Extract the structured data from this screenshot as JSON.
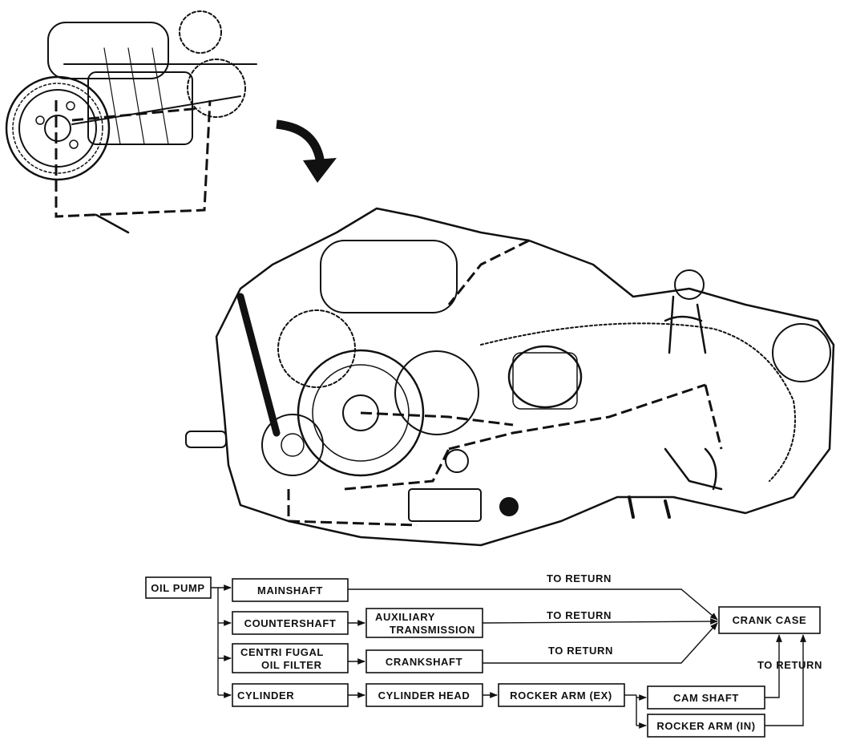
{
  "flow": {
    "oil_pump": "OIL PUMP",
    "mainshaft": "MAINSHAFT",
    "countershaft": "COUNTERSHAFT",
    "auxiliary_line1": "AUXILIARY",
    "auxiliary_line2": "TRANSMISSION",
    "centrifugal_line1": "CENTRI FUGAL",
    "centrifugal_line2": "OIL FILTER",
    "crankshaft": "CRANKSHAFT",
    "cylinder": "CYLINDER",
    "cylinder_head": "CYLINDER HEAD",
    "rocker_arm_ex": "ROCKER ARM (EX)",
    "cam_shaft": "CAM SHAFT",
    "rocker_arm_in": "ROCKER ARM (IN)",
    "crank_case": "CRANK CASE",
    "to_return_1": "TO RETURN",
    "to_return_2": "TO RETURN",
    "to_return_3": "TO RETURN",
    "to_return_4": "TO RETURN"
  },
  "colors": {
    "ink": "#111111",
    "paper": "#ffffff"
  }
}
